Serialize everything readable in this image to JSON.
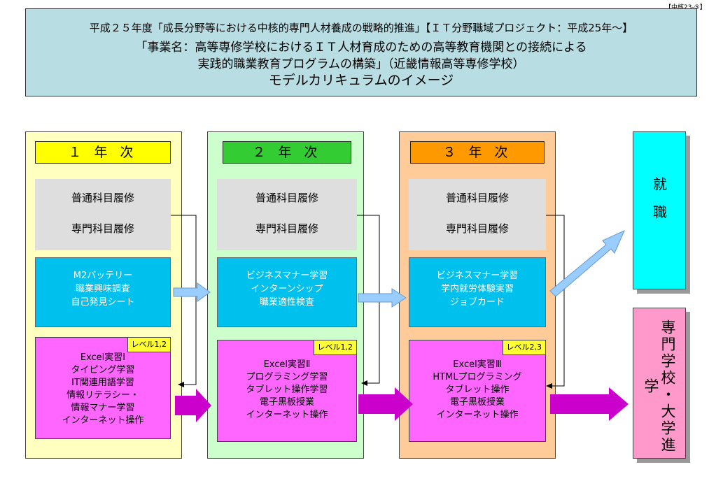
{
  "corner_tag": "【中核23-⑤】",
  "header": {
    "line1": "平成２５年度「成長分野等における中核的専門人材養成の戦略的推進」【ＩＴ分野職域プロジェクト：平成25年～】",
    "line2": "「事業名：高等専修学校におけるＩＴ人材育成のための高等教育機関との接続による",
    "line3": "実践的職業教育プログラムの構築」（近畿情報高等専修学校）",
    "line4": "モデルカリキュラムのイメージ"
  },
  "years": [
    {
      "label": "１ 年 次",
      "general": "普通科目履修",
      "special": "専門科目履修",
      "blue": [
        "M2バッテリー",
        "職業興味調査",
        "自己発見シート"
      ],
      "level": "レベル1,2",
      "pink": [
        "Excel実習Ⅰ",
        "タイピング学習",
        "IT関連用語学習",
        "情報リテラシー・",
        "情報マナー学習",
        "インターネット操作"
      ]
    },
    {
      "label": "２ 年 次",
      "general": "普通科目履修",
      "special": "専門科目履修",
      "blue": [
        "ビジネスマナー学習",
        "インターンシップ",
        "職業適性検査"
      ],
      "level": "レベル1,2",
      "pink": [
        "Excel実習Ⅱ",
        "プログラミング学習",
        "タブレット操作学習",
        "電子黒板授業",
        "インターネット操作"
      ]
    },
    {
      "label": "３ 年 次",
      "general": "普通科目履修",
      "special": "専門科目履修",
      "blue": [
        "ビジネスマナー学習",
        "学内就労体験実習",
        "ジョブカード"
      ],
      "level": "レベル2,3",
      "pink": [
        "Excel実習Ⅲ",
        "HTMLプログラミング",
        "タブレット操作",
        "電子黒板授業",
        "インターネット操作"
      ]
    }
  ],
  "destinations": {
    "employment": "就職",
    "advancement": "専門学校・大学進学"
  },
  "colors": {
    "header_bg": "#b8dde3",
    "year1_bg": "#ffffbf",
    "year2_bg": "#ccffcc",
    "year3_bg": "#ffcc99",
    "year1_label": "#ffff00",
    "year2_label": "#33cc33",
    "year3_label": "#ff9900",
    "blue_box": "#00c0ee",
    "pink_box": "#ff66ff",
    "employment_bg": "#00ffff",
    "advancement_bg": "#ff99cc",
    "arrow_blue": "#99ccff",
    "arrow_magenta": "#cc00cc"
  }
}
